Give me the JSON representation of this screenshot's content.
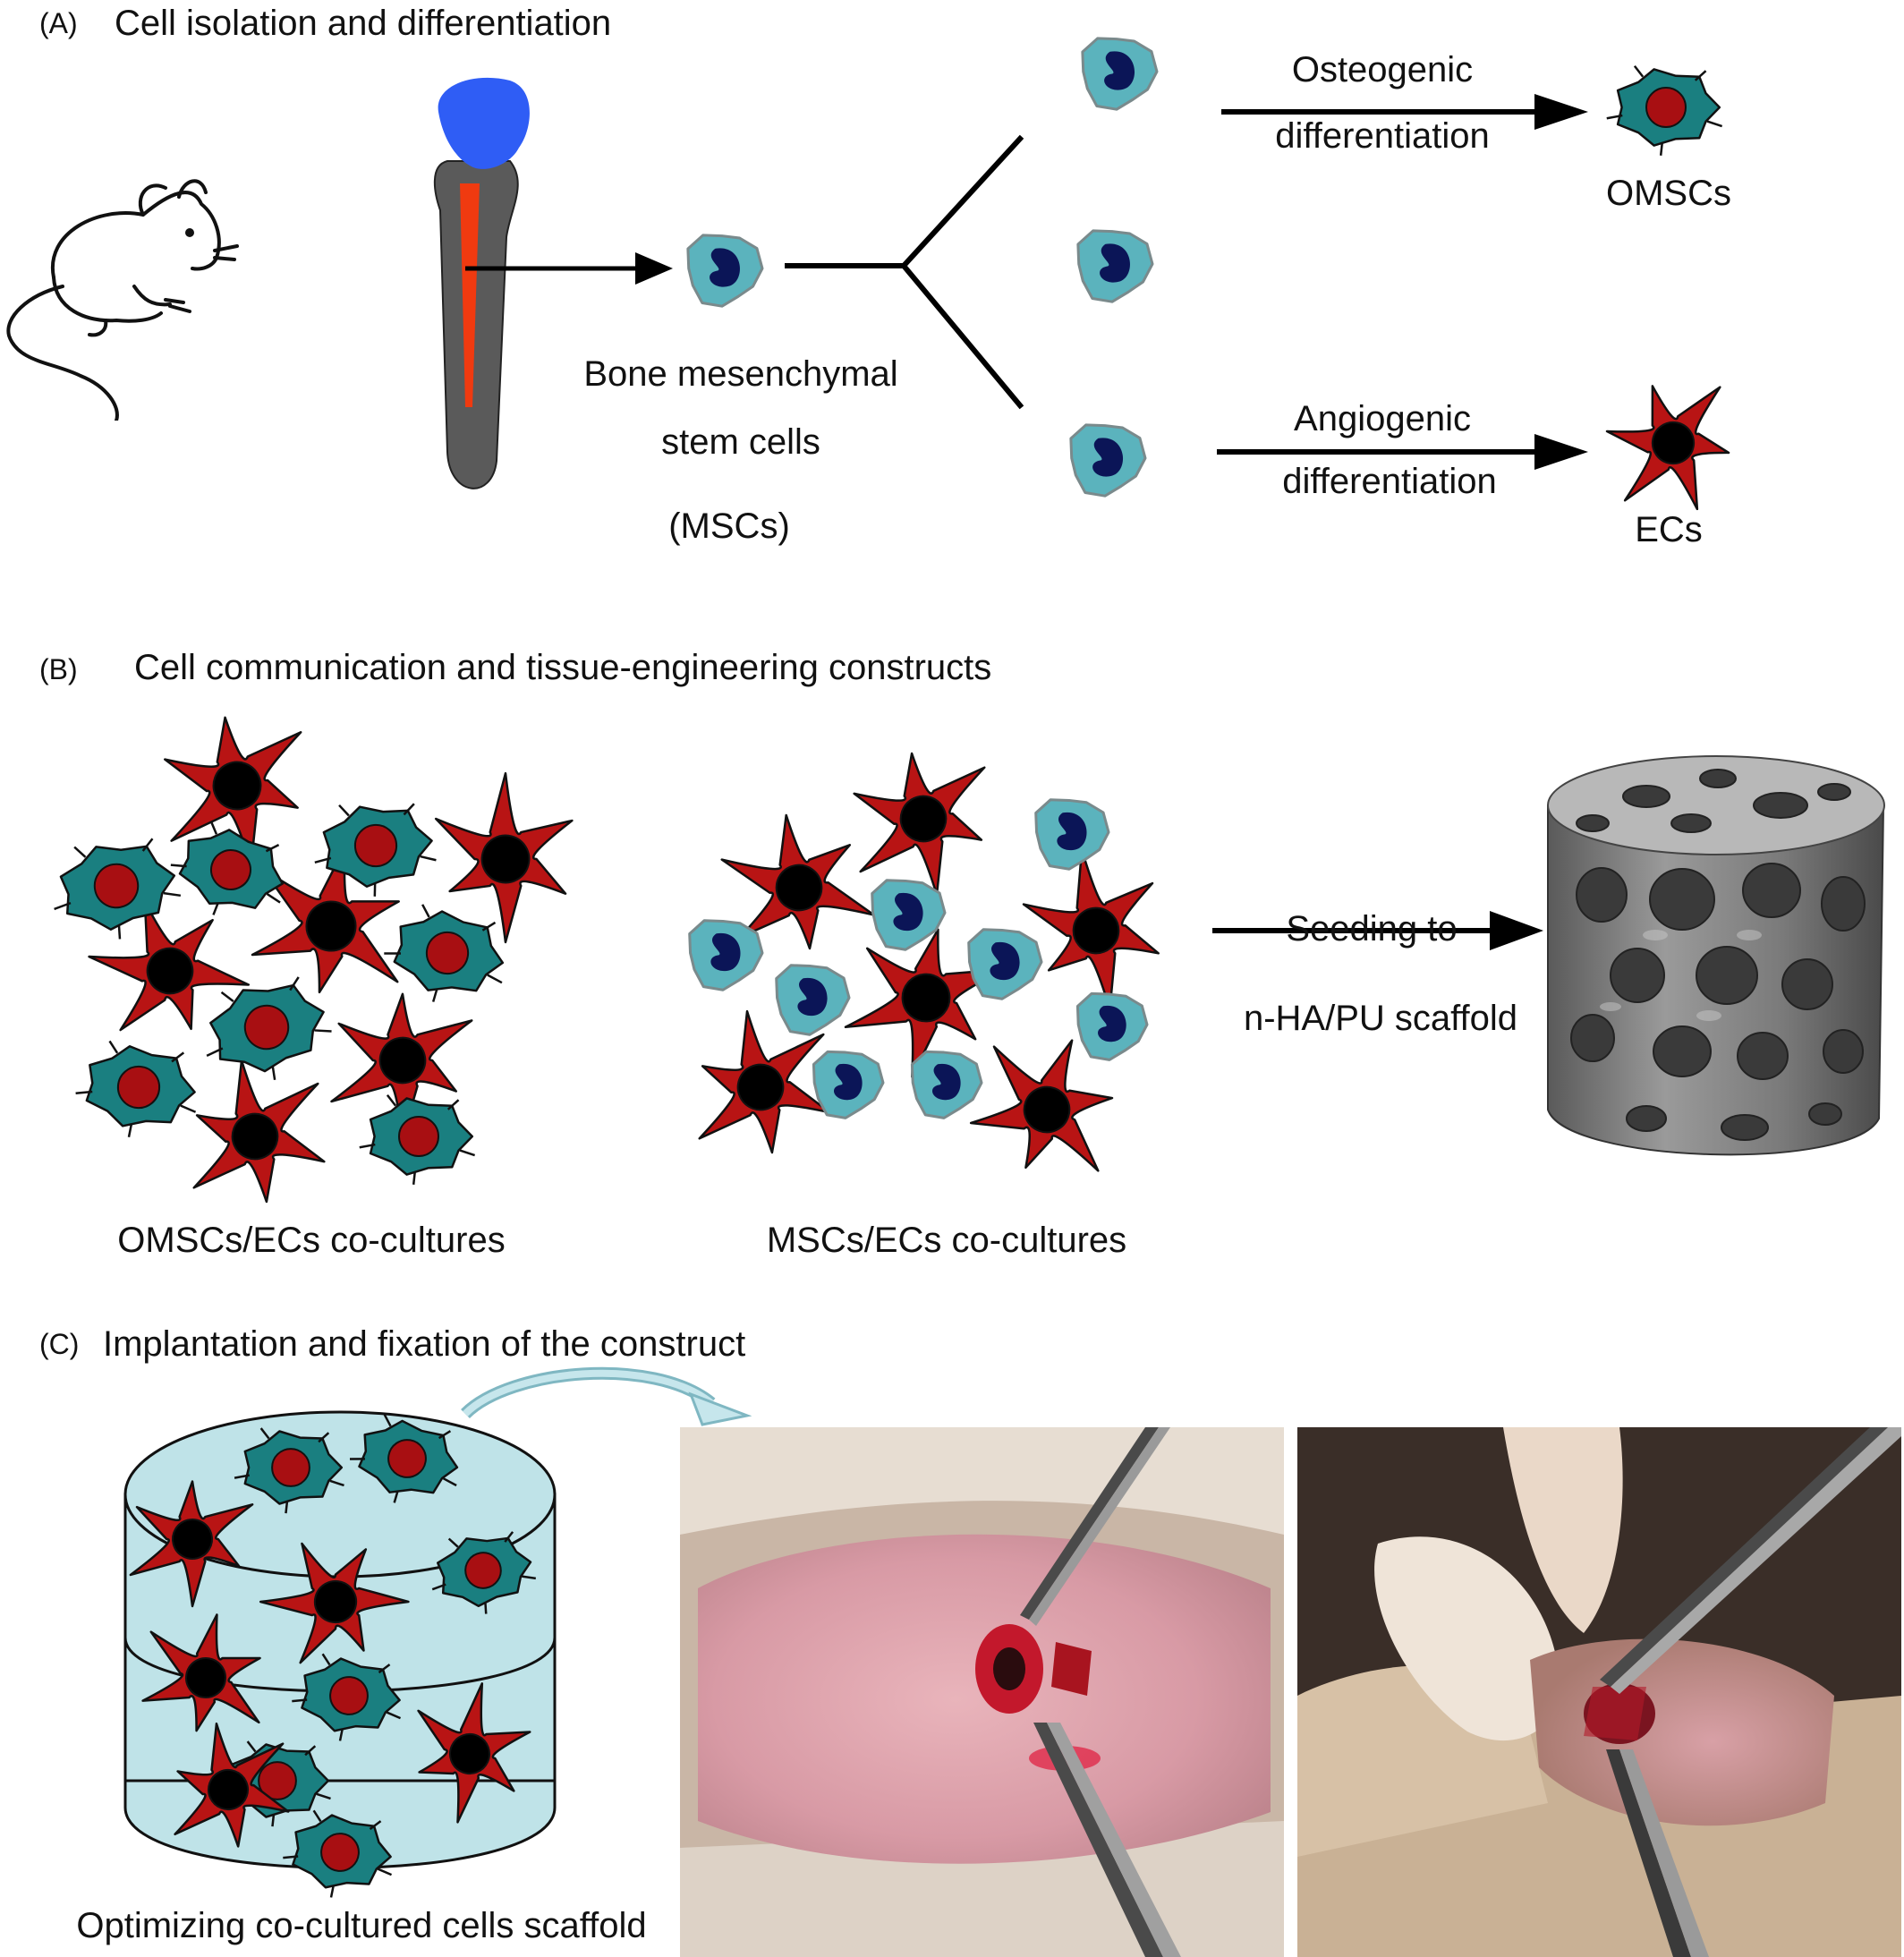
{
  "panels": {
    "a": {
      "letter": "(A)",
      "title": "Cell isolation and differentiation"
    },
    "b": {
      "letter": "(B)",
      "title": "Cell communication and tissue-engineering constructs"
    },
    "c": {
      "letter": "(C)",
      "title": "Implantation and fixation of the construct"
    }
  },
  "labels": {
    "msc_line1": "Bone mesenchymal",
    "msc_line2": "stem cells",
    "msc_line3": "(MSCs)",
    "osteo_line1": "Osteogenic",
    "osteo_line2": "differentiation",
    "omscs": "OMSCs",
    "angio_line1": "Angiogenic",
    "angio_line2": "differentiation",
    "ecs": "ECs",
    "coculture_omsc": "OMSCs/ECs co-cultures",
    "coculture_msc": "MSCs/ECs co-cultures",
    "seeding_line1": "Seeding to",
    "seeding_line2": "n-HA/PU scaffold",
    "scaffold_caption": "Optimizing co-cultured cells scaffold"
  },
  "colors": {
    "msc_fill": "#5bb3bd",
    "msc_nucleus": "#0b1557",
    "omsc_fill": "#1a7f80",
    "ec_fill": "#b81414",
    "ec_nucleus": "#000000",
    "omsc_nucleus": "#a80f12",
    "femur_head": "#2f5df5",
    "femur_shaft": "#5a5a5a",
    "marrow": "#f03a10",
    "scaffold_body": "#bfe3e8",
    "curved_arrow": "#9ccfd8"
  },
  "icons": {
    "mouse": "mouse-drawing-icon",
    "femur": "femur-icon",
    "scaffold": "porous-scaffold-icon"
  }
}
